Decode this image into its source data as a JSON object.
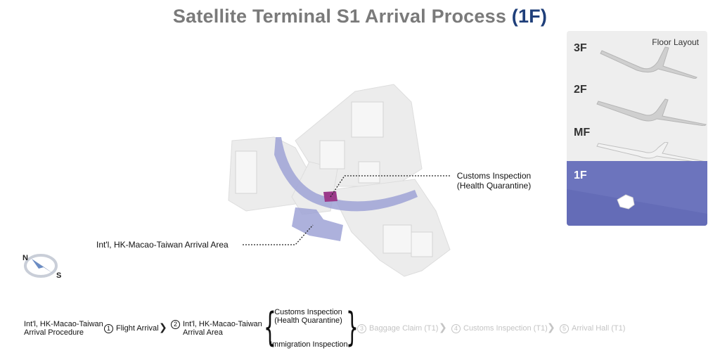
{
  "title": {
    "main": "Satellite Terminal S1 Arrival Process",
    "floor": "(1F)"
  },
  "map": {
    "callout_customs": [
      "Customs Inspection",
      "(Health Quarantine)"
    ],
    "callout_arrival_area": "Int'l, HK-Macao-Taiwan Arrival Area",
    "compass": {
      "north": "N",
      "south": "S"
    },
    "colors": {
      "building": "#ececec",
      "route": "#9fa3d6",
      "customs": "#9b3a8a"
    }
  },
  "floor_layout": {
    "header": "Floor Layout",
    "floors": [
      {
        "label": "3F",
        "active": false
      },
      {
        "label": "2F",
        "active": false
      },
      {
        "label": "MF",
        "active": false
      },
      {
        "label": "1F",
        "active": true
      }
    ],
    "active_color": "#6c74bd"
  },
  "procedure": {
    "heading": [
      "Int'l, HK-Macao-Taiwan",
      "Arrival Procedure"
    ],
    "step1": "Flight Arrival",
    "step2": [
      "Int'l, HK-Macao-Taiwan",
      "Arrival Area"
    ],
    "branch_customs": [
      "Customs Inspection",
      "(Health Quarantine)"
    ],
    "branch_immigration": "Immigration Inspection",
    "step3": "Baggage Claim (T1)",
    "step4": "Customs Inspection (T1)",
    "step5": "Arrival Hall (T1)",
    "num1": "1",
    "num2": "2",
    "num3": "3",
    "num4": "4",
    "num5": "5"
  }
}
